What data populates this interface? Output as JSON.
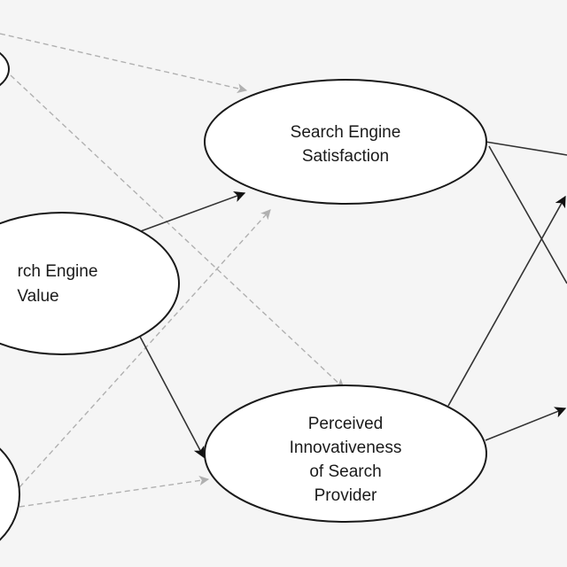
{
  "diagram": {
    "nodes": [
      {
        "id": "satisfaction",
        "lines": [
          "Search Engine",
          "Satisfaction"
        ]
      },
      {
        "id": "value",
        "lines": [
          "rch Engine",
          "Value"
        ]
      },
      {
        "id": "innovativeness",
        "lines": [
          "Perceived",
          "Innovativeness",
          "of Search",
          "Provider"
        ]
      },
      {
        "id": "left-top-partial",
        "lines": []
      },
      {
        "id": "left-bottom-partial",
        "lines": []
      }
    ],
    "edges": [
      {
        "from": "value",
        "to": "satisfaction",
        "style": "solid"
      },
      {
        "from": "value",
        "to": "innovativeness",
        "style": "solid"
      },
      {
        "from": "innovativeness",
        "to": "offscreen-right-upper",
        "style": "solid"
      },
      {
        "from": "innovativeness",
        "to": "offscreen-right-lower",
        "style": "solid"
      },
      {
        "from": "satisfaction",
        "to": "offscreen-right-a",
        "style": "solid"
      },
      {
        "from": "satisfaction",
        "to": "offscreen-right-b",
        "style": "solid"
      },
      {
        "from": "offscreen-left-top",
        "to": "satisfaction",
        "style": "dashed"
      },
      {
        "from": "left-top-partial",
        "to": "innovativeness",
        "style": "dashed"
      },
      {
        "from": "left-bottom-partial",
        "to": "satisfaction",
        "style": "dashed"
      },
      {
        "from": "left-bottom-partial",
        "to": "innovativeness",
        "style": "dashed"
      }
    ]
  }
}
